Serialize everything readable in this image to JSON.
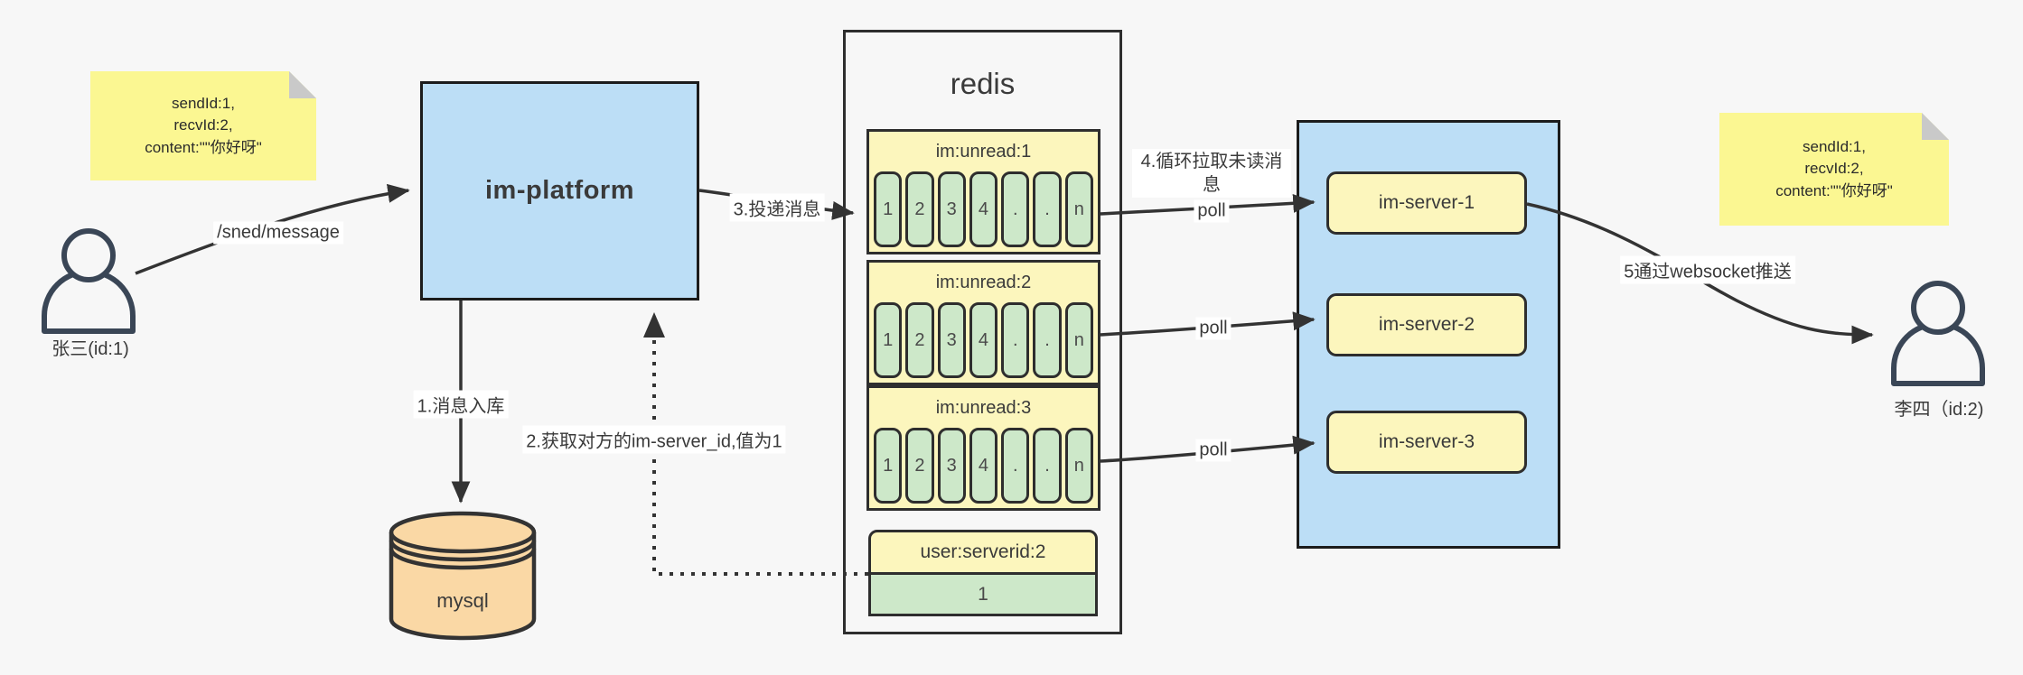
{
  "note_left": {
    "line1": "sendId:1,",
    "line2": "recvId:2,",
    "line3": "content:\"\"你好呀\""
  },
  "note_right": {
    "line1": "sendId:1,",
    "line2": "recvId:2,",
    "line3": "content:\"\"你好呀\""
  },
  "sender": {
    "label": "张三(id:1)"
  },
  "receiver": {
    "label": "李四（id:2)"
  },
  "platform": {
    "label": "im-platform"
  },
  "database": {
    "label": "mysql"
  },
  "redis": {
    "title": "redis",
    "sections": [
      {
        "header": "im:unread:1",
        "cells": [
          "1",
          "2",
          "3",
          "4",
          ".",
          ".",
          "n"
        ]
      },
      {
        "header": "im:unread:2",
        "cells": [
          "1",
          "2",
          "3",
          "4",
          ".",
          ".",
          "n"
        ]
      },
      {
        "header": "im:unread:3",
        "cells": [
          "1",
          "2",
          "3",
          "4",
          ".",
          ".",
          "n"
        ]
      }
    ],
    "kv": {
      "header": "user:serverid:2",
      "value": "1"
    }
  },
  "servers": [
    {
      "label": "im-server-1"
    },
    {
      "label": "im-server-2"
    },
    {
      "label": "im-server-3"
    }
  ],
  "edges": {
    "send": "/sned/message",
    "step1": "1.消息入库",
    "step2": "2.获取对方的im-server_id,值为1",
    "step3": "3.投递消息",
    "step4": "4.循环拉取未读消息",
    "poll1": "poll",
    "poll2": "poll",
    "poll3": "poll",
    "step5": "5通过websocket推送"
  },
  "colors": {
    "background": "#f7f7f7",
    "note_yellow": "#fbf792",
    "box_yellow": "#fcf6bd",
    "cell_green": "#cde8c9",
    "box_blue": "#bcdef6",
    "db_tan": "#fad8a5",
    "line": "#333333"
  }
}
